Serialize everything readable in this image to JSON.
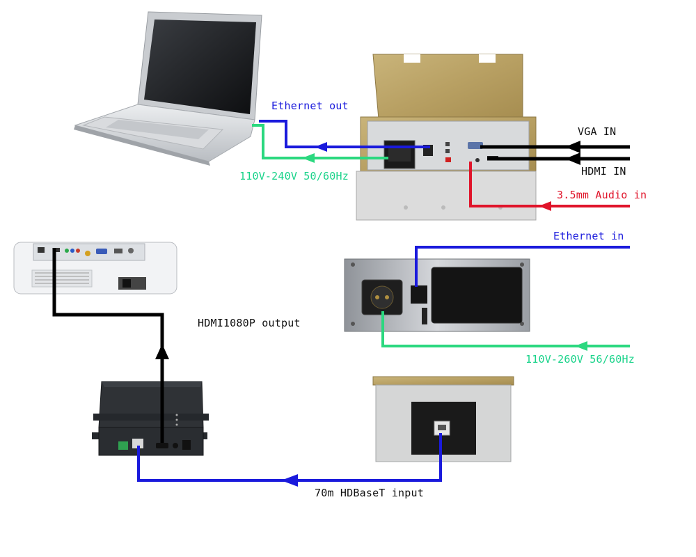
{
  "colors": {
    "ethernet": "#1a1adc",
    "power": "#2bd87f",
    "audio": "#e0142a",
    "signal": "#000000"
  },
  "labels": {
    "ethernet_out": "Ethernet out",
    "power_top": "110V-240V 50/60Hz",
    "vga_in": "VGA IN",
    "hdmi_in": "HDMI IN",
    "audio_in": "3.5mm Audio in",
    "ethernet_in": "Ethernet in",
    "hdmi_output": "HDMI1080P output",
    "power_bottom": "110V-260V 56/60Hz",
    "hdbaset_input": "70m HDBaseT input"
  },
  "devices": {
    "laptop": "laptop-icon",
    "floor_box": "floor-socket-box-icon",
    "projector": "projector-icon",
    "back_panel": "socket-back-panel-icon",
    "receiver": "hdbaset-receiver-icon",
    "wall_plate": "rj45-wall-plate-icon"
  }
}
